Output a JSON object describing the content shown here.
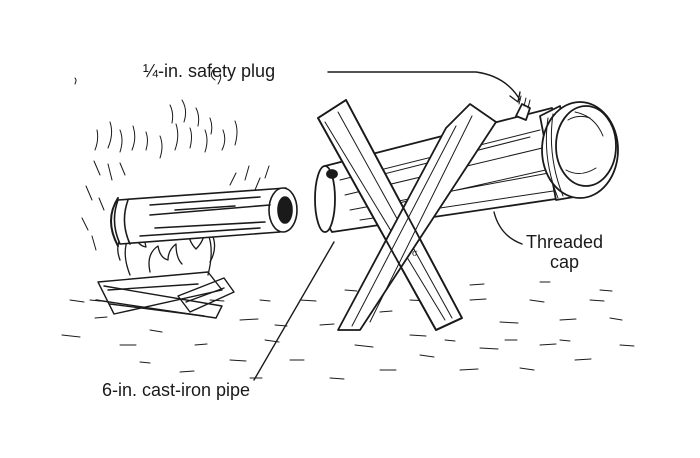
{
  "labels": {
    "safety_plug": "¼-in. safety plug",
    "threaded_cap_line1": "Threaded",
    "threaded_cap_line2": "cap",
    "pipe": "6-in. cast-iron pipe"
  },
  "colors": {
    "ink": "#1a1a1a",
    "paper": "#ffffff"
  }
}
